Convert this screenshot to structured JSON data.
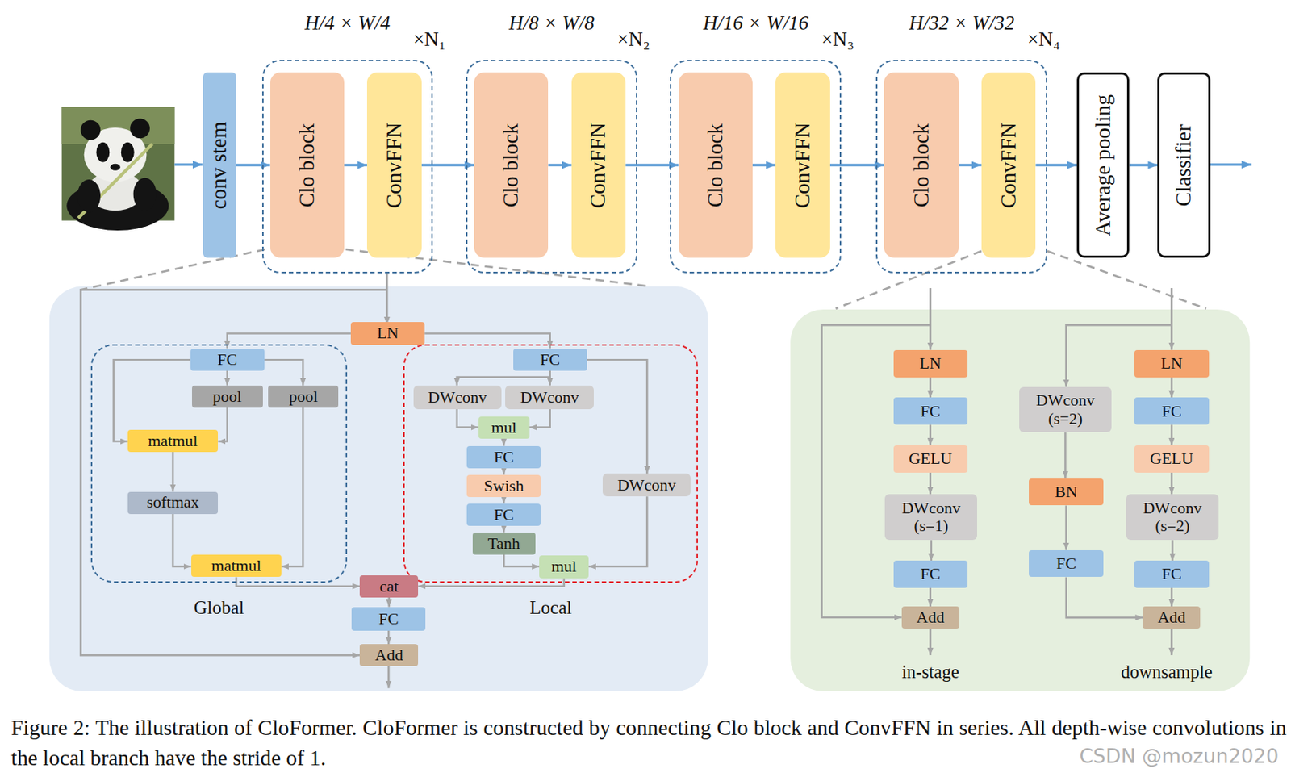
{
  "diagram": {
    "caption": "Figure 2: The illustration of CloFormer. CloFormer is constructed by connecting Clo block and ConvFFN in series. All depth-wise convolutions in the local branch have the stride of 1.",
    "nodes": [
      {
        "text": [
          "conv stem"
        ]
      },
      {
        "text": [
          "H/4 × W/4",
          "×N₁"
        ]
      },
      {
        "text": [
          "Clo block"
        ],
        "in": 1
      },
      {
        "text": [
          "ConvFFN"
        ],
        "in": 1
      },
      {
        "text": [
          "H/8 × W/8",
          "×N₂"
        ]
      },
      {
        "text": [
          "Clo block"
        ],
        "in": 4
      },
      {
        "text": [
          "ConvFFN"
        ],
        "in": 4
      },
      {
        "text": [
          "H/16 × W/16",
          "×N₃"
        ]
      },
      {
        "text": [
          "Clo block"
        ],
        "in": 7
      },
      {
        "text": [
          "ConvFFN"
        ],
        "in": 7
      },
      {
        "text": [
          "H/32 × W/32",
          "×N₄"
        ]
      },
      {
        "text": [
          "Clo block"
        ],
        "in": 10
      },
      {
        "text": [
          "ConvFFN"
        ],
        "in": 10
      },
      {
        "text": [
          "Average pooling"
        ]
      },
      {
        "text": [
          "Classifier"
        ]
      },
      {
        "text": [
          "LN"
        ]
      },
      {
        "text": [
          "Global"
        ]
      },
      {
        "text": [
          "FC"
        ],
        "in": 16
      },
      {
        "text": [
          "pool"
        ],
        "in": 16
      },
      {
        "text": [
          "pool"
        ],
        "in": 16
      },
      {
        "text": [
          "matmul"
        ],
        "in": 16
      },
      {
        "text": [
          "softmax"
        ],
        "in": 16
      },
      {
        "text": [
          "matmul"
        ],
        "in": 16
      },
      {
        "text": [
          "Local"
        ]
      },
      {
        "text": [
          "FC"
        ],
        "in": 23
      },
      {
        "text": [
          "DWconv"
        ],
        "in": 23
      },
      {
        "text": [
          "DWconv"
        ],
        "in": 23
      },
      {
        "text": [
          "mul"
        ],
        "in": 23
      },
      {
        "text": [
          "FC"
        ],
        "in": 23
      },
      {
        "text": [
          "Swish"
        ],
        "in": 23
      },
      {
        "text": [
          "FC"
        ],
        "in": 23
      },
      {
        "text": [
          "Tanh"
        ],
        "in": 23
      },
      {
        "text": [
          "DWconv"
        ],
        "in": 23
      },
      {
        "text": [
          "mul"
        ],
        "in": 23
      },
      {
        "text": [
          "cat"
        ]
      },
      {
        "text": [
          "FC"
        ]
      },
      {
        "text": [
          "Add"
        ]
      },
      {
        "text": [
          "LN"
        ]
      },
      {
        "text": [
          "FC"
        ]
      },
      {
        "text": [
          "GELU"
        ]
      },
      {
        "text": [
          "DWconv (s=1)"
        ]
      },
      {
        "text": [
          "FC"
        ]
      },
      {
        "text": [
          "Add"
        ]
      },
      {
        "text": [
          "DWconv (s=2)"
        ]
      },
      {
        "text": [
          "BN"
        ]
      },
      {
        "text": [
          "FC"
        ]
      },
      {
        "text": [
          "LN"
        ]
      },
      {
        "text": [
          "FC"
        ]
      },
      {
        "text": [
          "GELU"
        ]
      },
      {
        "text": [
          "DWconv (s=2)"
        ]
      },
      {
        "text": [
          "FC"
        ]
      },
      {
        "text": [
          "Add"
        ]
      }
    ],
    "edges": [
      {
        "from": 0,
        "to": 2,
        "arrow": "to"
      },
      {
        "from": 2,
        "to": 3,
        "arrow": "to"
      },
      {
        "from": 3,
        "to": 5,
        "arrow": "to"
      },
      {
        "from": 5,
        "to": 6,
        "arrow": "to"
      },
      {
        "from": 6,
        "to": 8,
        "arrow": "to"
      },
      {
        "from": 8,
        "to": 9,
        "arrow": "to"
      },
      {
        "from": 9,
        "to": 11,
        "arrow": "to"
      },
      {
        "from": 11,
        "to": 12,
        "arrow": "to"
      },
      {
        "from": 12,
        "to": 13,
        "arrow": "to"
      },
      {
        "from": 13,
        "to": 14,
        "arrow": "to"
      },
      {
        "from": 15,
        "to": 17,
        "arrow": "to"
      },
      {
        "from": 15,
        "to": 24,
        "arrow": "to"
      },
      {
        "from": 17,
        "to": 18,
        "arrow": "to"
      },
      {
        "from": 17,
        "to": 19,
        "arrow": "to"
      },
      {
        "from": 17,
        "to": 20,
        "arrow": "to"
      },
      {
        "from": 18,
        "to": 20,
        "arrow": "to"
      },
      {
        "from": 20,
        "to": 21,
        "arrow": "to"
      },
      {
        "from": 21,
        "to": 22,
        "arrow": "to"
      },
      {
        "from": 19,
        "to": 22,
        "arrow": "to"
      },
      {
        "from": 22,
        "to": 34,
        "arrow": "to"
      },
      {
        "from": 24,
        "to": 25,
        "arrow": "to"
      },
      {
        "from": 24,
        "to": 26,
        "arrow": "to"
      },
      {
        "from": 24,
        "to": 32,
        "arrow": "to"
      },
      {
        "from": 25,
        "to": 27,
        "arrow": "to"
      },
      {
        "from": 26,
        "to": 27,
        "arrow": "to"
      },
      {
        "from": 27,
        "to": 28,
        "arrow": "to"
      },
      {
        "from": 28,
        "to": 29,
        "arrow": "to"
      },
      {
        "from": 29,
        "to": 30,
        "arrow": "to"
      },
      {
        "from": 30,
        "to": 31,
        "arrow": "to"
      },
      {
        "from": 31,
        "to": 33,
        "arrow": "to"
      },
      {
        "from": 32,
        "to": 33,
        "arrow": "to"
      },
      {
        "from": 33,
        "to": 34,
        "arrow": "to"
      },
      {
        "from": 34,
        "to": 35,
        "arrow": "to"
      },
      {
        "from": 35,
        "to": 36,
        "arrow": "to"
      },
      {
        "from": 37,
        "to": 38,
        "arrow": "to"
      },
      {
        "from": 38,
        "to": 39,
        "arrow": "to"
      },
      {
        "from": 39,
        "to": 40,
        "arrow": "to"
      },
      {
        "from": 40,
        "to": 41,
        "arrow": "to"
      },
      {
        "from": 41,
        "to": 42,
        "arrow": "to"
      },
      {
        "from": 43,
        "to": 44,
        "arrow": "to"
      },
      {
        "from": 44,
        "to": 45,
        "arrow": "to"
      },
      {
        "from": 45,
        "to": 51,
        "arrow": "to"
      },
      {
        "from": 46,
        "to": 47,
        "arrow": "to"
      },
      {
        "from": 47,
        "to": 48,
        "arrow": "to"
      },
      {
        "from": 48,
        "to": 49,
        "arrow": "to"
      },
      {
        "from": 49,
        "to": 50,
        "arrow": "to"
      },
      {
        "from": 50,
        "to": 51,
        "arrow": "to"
      }
    ],
    "labels": [
      "in-stage",
      "downsample",
      "CSDN @mozun2020"
    ]
  }
}
